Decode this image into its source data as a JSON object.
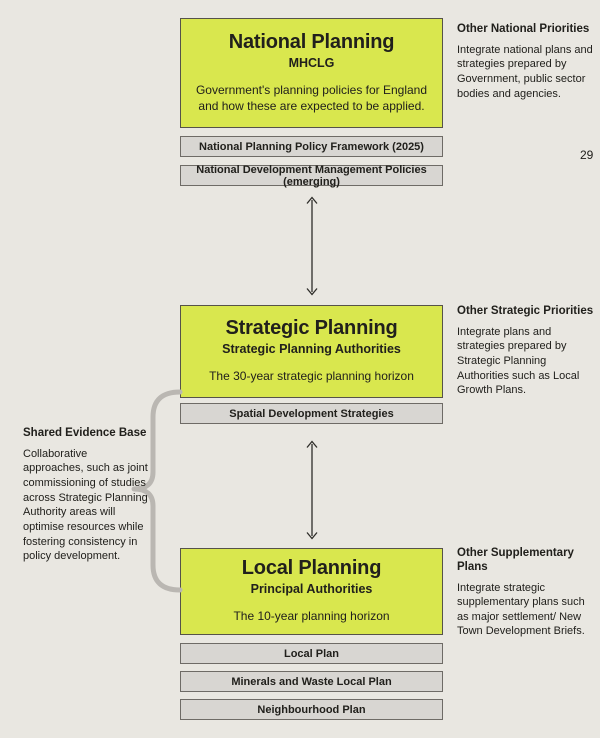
{
  "page": {
    "number": "29"
  },
  "diagram": {
    "boxes": {
      "national": {
        "title": "National Planning",
        "subtitle": "MHCLG",
        "body": "Government's planning policies for England and how these are expected to be applied.",
        "bars": [
          "National Planning Policy Framework (2025)",
          "National Development Management Policies (emerging)"
        ]
      },
      "strategic": {
        "title": "Strategic Planning",
        "subtitle": "Strategic Planning Authorities",
        "body": "The 30-year strategic planning horizon",
        "bars": [
          "Spatial Development Strategies"
        ]
      },
      "local": {
        "title": "Local Planning",
        "subtitle": "Principal Authorities",
        "body": "The 10-year planning horizon",
        "bars": [
          "Local Plan",
          "Minerals and Waste Local Plan",
          "Neighbourhood Plan"
        ]
      }
    },
    "connectors": {
      "arrow_national_strategic": "double-headed-vertical-arrow",
      "arrow_strategic_local": "double-headed-vertical-arrow",
      "brace": "curly-brace-spanning-strategic-and-local"
    }
  },
  "annotations": {
    "national": {
      "heading": "Other National Priorities",
      "body": "Integrate national plans and strategies prepared by Government, public sector bodies and agencies."
    },
    "strategic": {
      "heading": "Other Strategic Priorities",
      "body": "Integrate plans and strategies prepared by Strategic Planning Authorities such as Local Growth Plans."
    },
    "supplementary": {
      "heading": "Other Supplementary Plans",
      "body": "Integrate strategic supplementary plans such as major settlement/ New Town Development Briefs."
    },
    "shared_evidence": {
      "heading": "Shared Evidence Base",
      "body": "Collaborative approaches, such as joint commissioning of studies across Strategic Planning Authority areas will optimise resources while fostering consistency in policy development."
    }
  },
  "colors": {
    "background": "#e9e7e1",
    "box_fill": "#d9e74e",
    "box_border": "#565349",
    "bar_fill": "#d8d6d2",
    "bar_border": "#6e6b66",
    "brace": "#bab7b2",
    "arrow": "#2e2d29",
    "text": "#21201c"
  }
}
